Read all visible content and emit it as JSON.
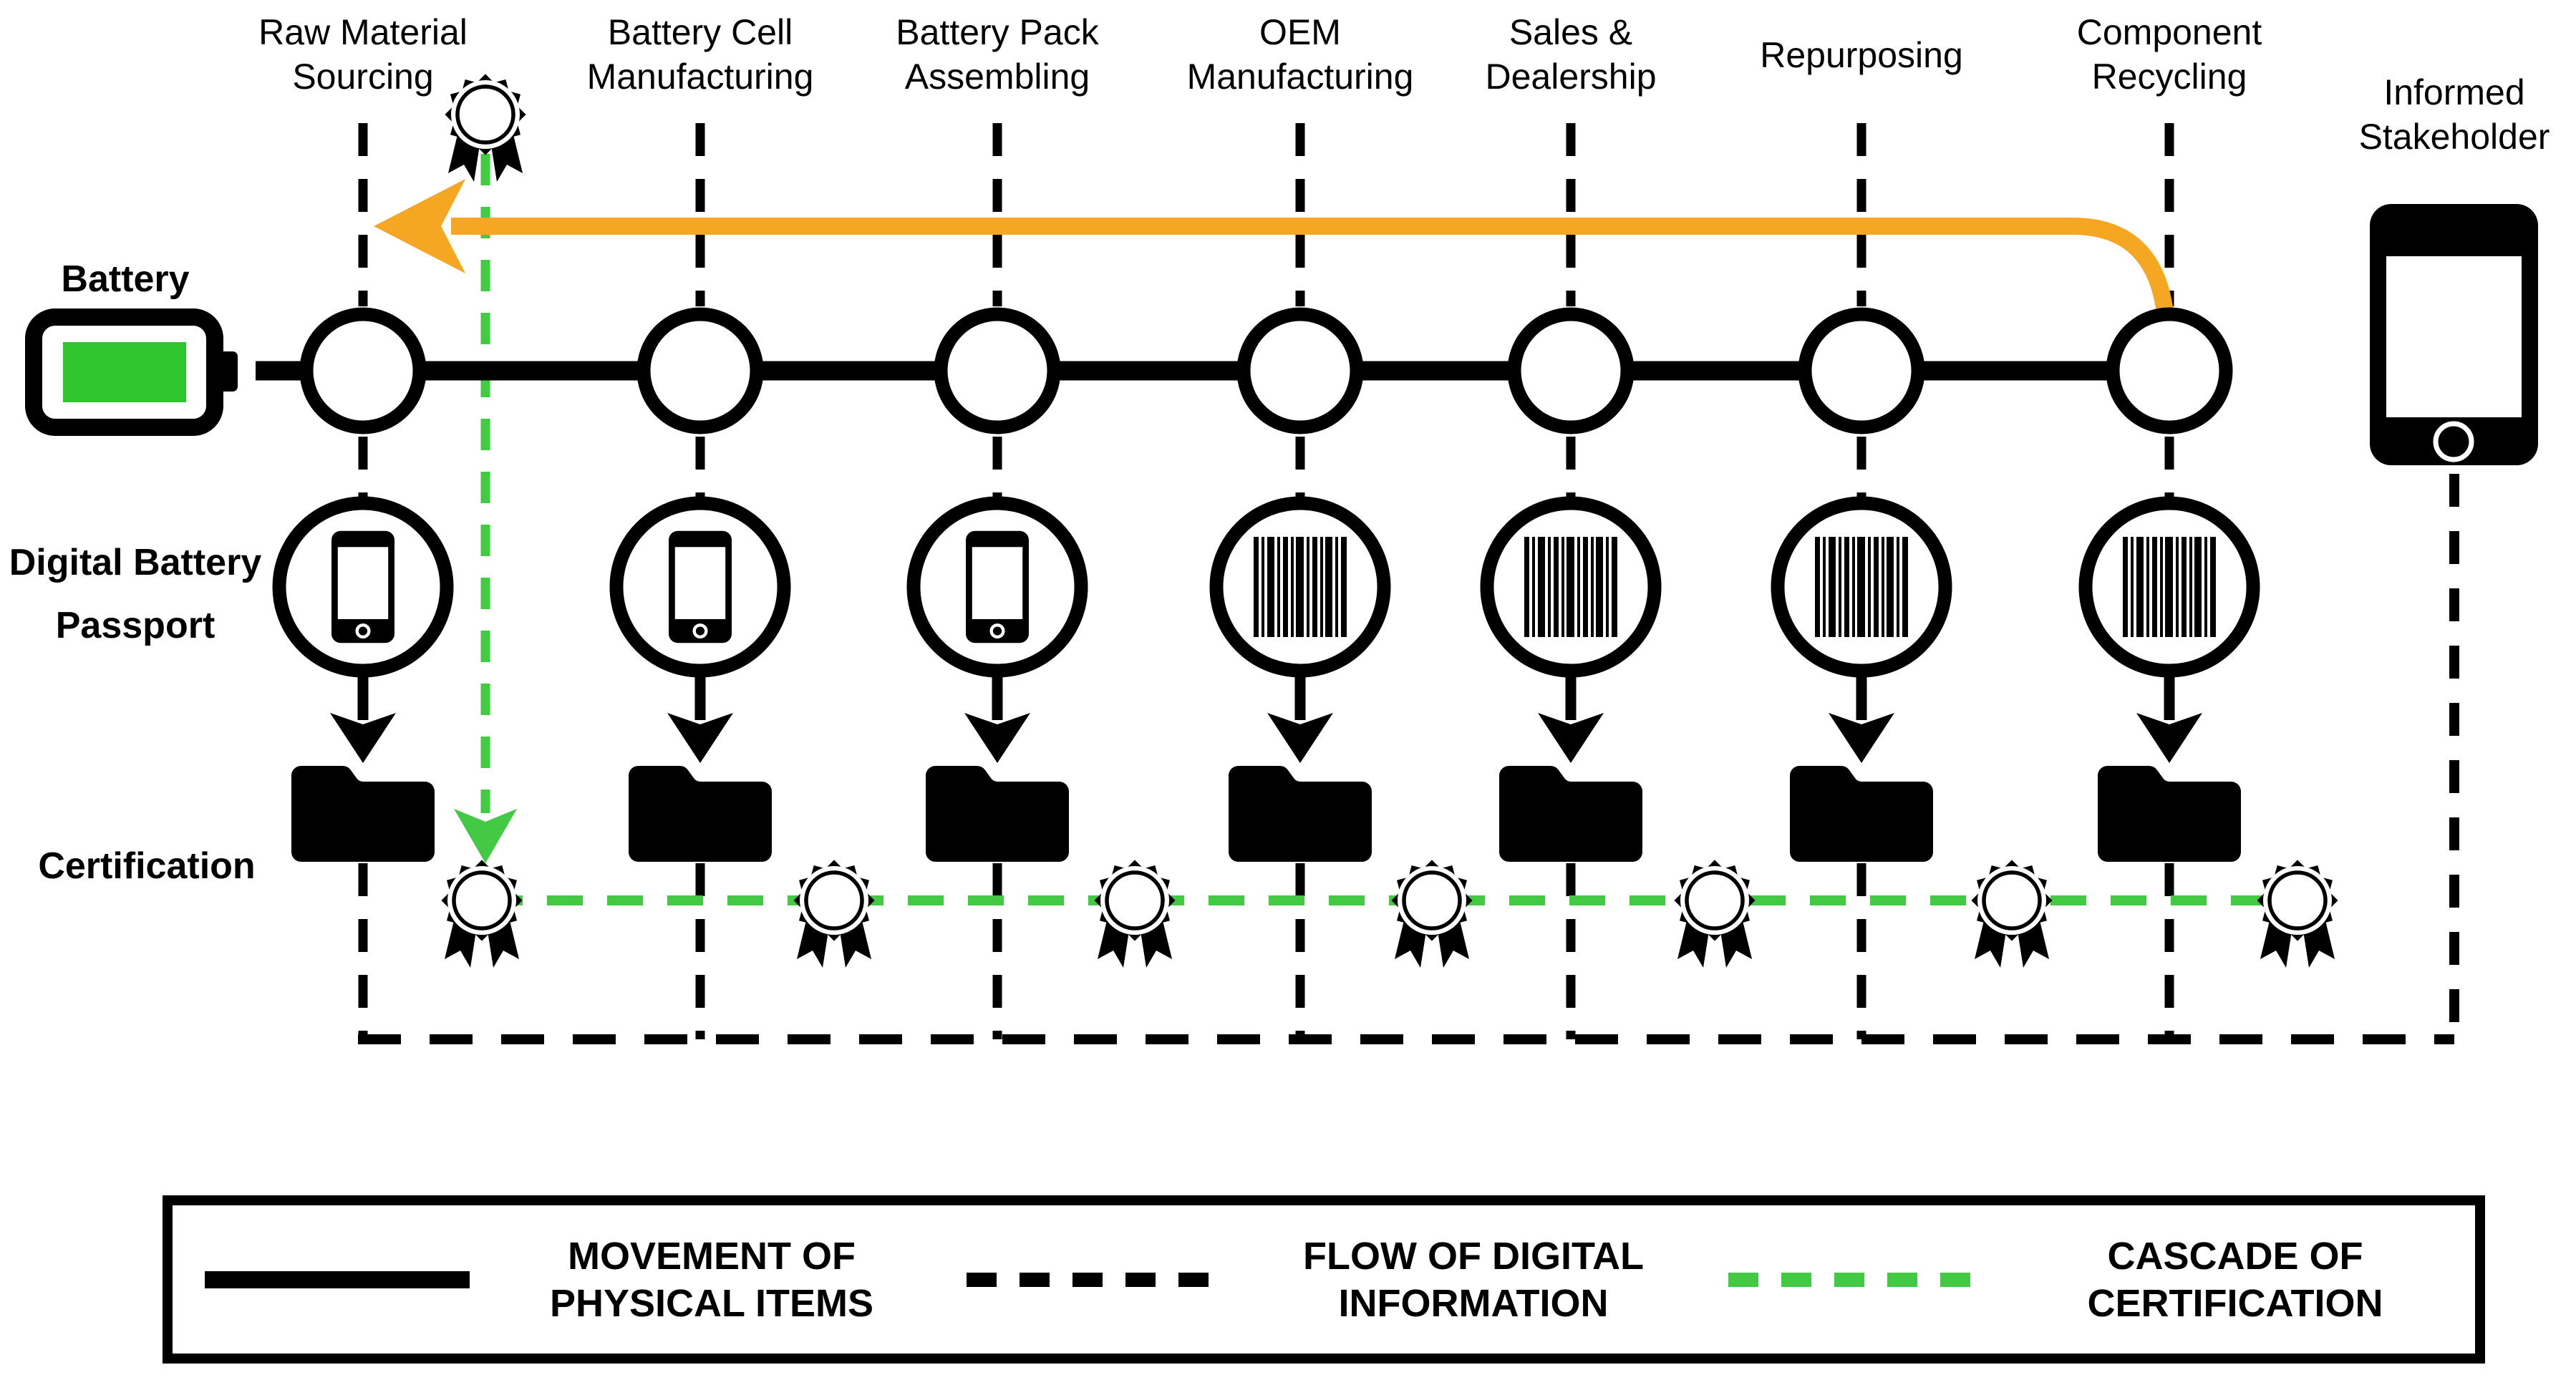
{
  "battery": {
    "label": "Battery"
  },
  "left_rows": {
    "passport_label": "Digital Battery Passport",
    "certification_label": "Certification"
  },
  "stages": [
    {
      "label": "Raw Material Sourcing",
      "passport_icon": "smartphone"
    },
    {
      "label": "Battery Cell Manufacturing",
      "passport_icon": "smartphone"
    },
    {
      "label": "Battery Pack Assembling",
      "passport_icon": "smartphone"
    },
    {
      "label": "OEM Manufacturing",
      "passport_icon": "barcode"
    },
    {
      "label": "Sales & Dealership",
      "passport_icon": "barcode"
    },
    {
      "label": "Repurposing",
      "passport_icon": "barcode"
    },
    {
      "label": "Component Recycling",
      "passport_icon": "barcode"
    }
  ],
  "stakeholder": {
    "label": "Informed Stakeholder"
  },
  "legend": {
    "items": [
      {
        "style": "solid-black",
        "label": "MOVEMENT OF PHYSICAL ITEMS"
      },
      {
        "style": "dashed-black",
        "label": "FLOW OF DIGITAL INFORMATION"
      },
      {
        "style": "dashed-green",
        "label": "CASCADE OF CERTIFICATION"
      }
    ]
  },
  "colors": {
    "ink": "#000000",
    "cascade_green": "#43C943",
    "battery_green": "#2EC52E",
    "flow_orange": "#F5A623"
  }
}
